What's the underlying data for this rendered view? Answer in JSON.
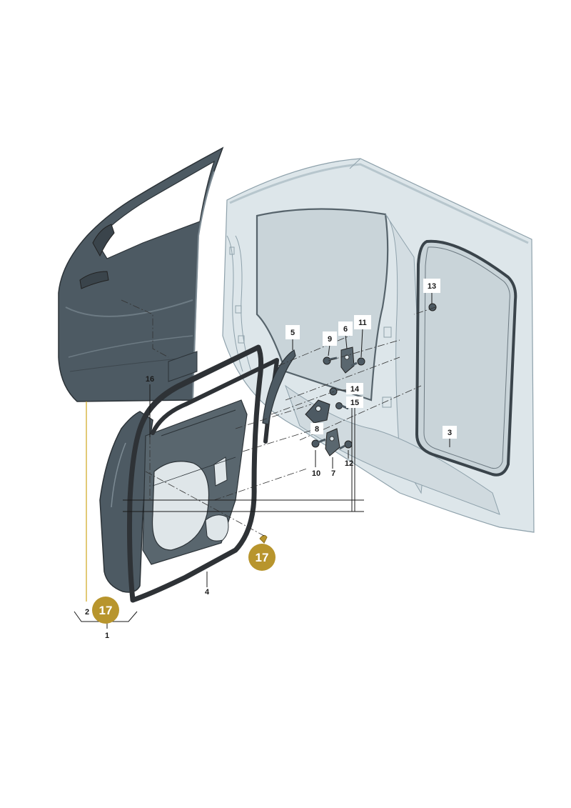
{
  "diagram": {
    "background_color": "#ffffff",
    "part_color_dark": "#4d5a63",
    "body_color_light": "#dde6ea",
    "badge_color": "#b8952d",
    "badge_leader_color": "#d9b84a",
    "labels": {
      "door_shell": "1",
      "door_outer": "2",
      "body_seal": "3",
      "door_seal": "4",
      "window_seal": "5",
      "upper_hinge": "6",
      "lower_hinge": "7",
      "hinge_mid": "8",
      "bolt_upper": "9",
      "bolt_lower": "10",
      "nut_upper": "11",
      "nut_lower": "12",
      "plug": "13",
      "stop_14": "14",
      "stop_15": "15",
      "panel_16": "16"
    },
    "badges": {
      "door_badge": "17",
      "seal_badge": "17"
    }
  }
}
